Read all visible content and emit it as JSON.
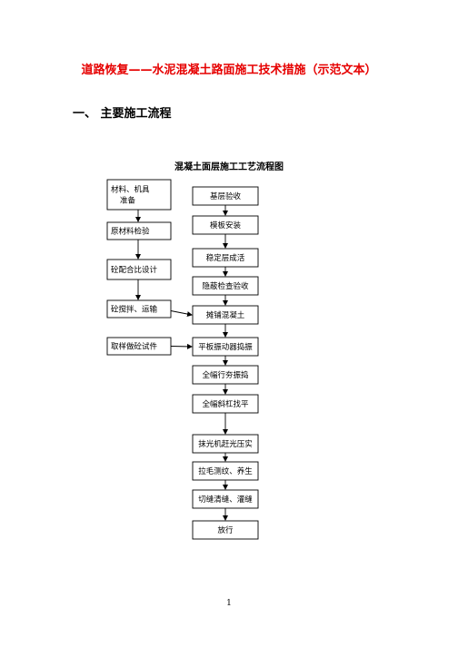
{
  "document": {
    "title": "道路恢复——水泥混凝土路面施工技术措施（示范文本）",
    "section_heading": "一、 主要施工流程",
    "chart_title": "混凝土面层施工工艺流程图",
    "page_number": "1"
  },
  "flow": {
    "left": [
      {
        "id": "materials",
        "lines": [
          "材料、机具",
          "准备"
        ]
      },
      {
        "id": "raw-inspection",
        "lines": [
          "原材料检验"
        ]
      },
      {
        "id": "mix-design",
        "lines": [
          "砼配合比设计"
        ]
      },
      {
        "id": "mixing-transport",
        "lines": [
          "砼搅拌、运输"
        ]
      },
      {
        "id": "sampling",
        "lines": [
          "取样做砼试件"
        ]
      }
    ],
    "right": [
      {
        "id": "base-acceptance",
        "lines": [
          "基层验收"
        ]
      },
      {
        "id": "formwork",
        "lines": [
          "模板安装"
        ]
      },
      {
        "id": "stable-layer",
        "lines": [
          "稳定层成活"
        ]
      },
      {
        "id": "hidden-inspection",
        "lines": [
          "隐蔽检查验收"
        ]
      },
      {
        "id": "paving",
        "lines": [
          "摊铺混凝土"
        ]
      },
      {
        "id": "plate-vibrating",
        "lines": [
          "平板振动器捣振"
        ]
      },
      {
        "id": "full-width-vibrating",
        "lines": [
          "全幅行夯振捣"
        ]
      },
      {
        "id": "leveling",
        "lines": [
          "全幅斜杠找平"
        ]
      },
      {
        "id": "troweling",
        "lines": [
          "抹光机赶光压实"
        ]
      },
      {
        "id": "texturing-curing",
        "lines": [
          "拉毛测纹、养生"
        ]
      },
      {
        "id": "joint-cutting",
        "lines": [
          "切缝清缝、灌缝"
        ]
      },
      {
        "id": "open-traffic",
        "lines": [
          "放行"
        ]
      }
    ]
  }
}
